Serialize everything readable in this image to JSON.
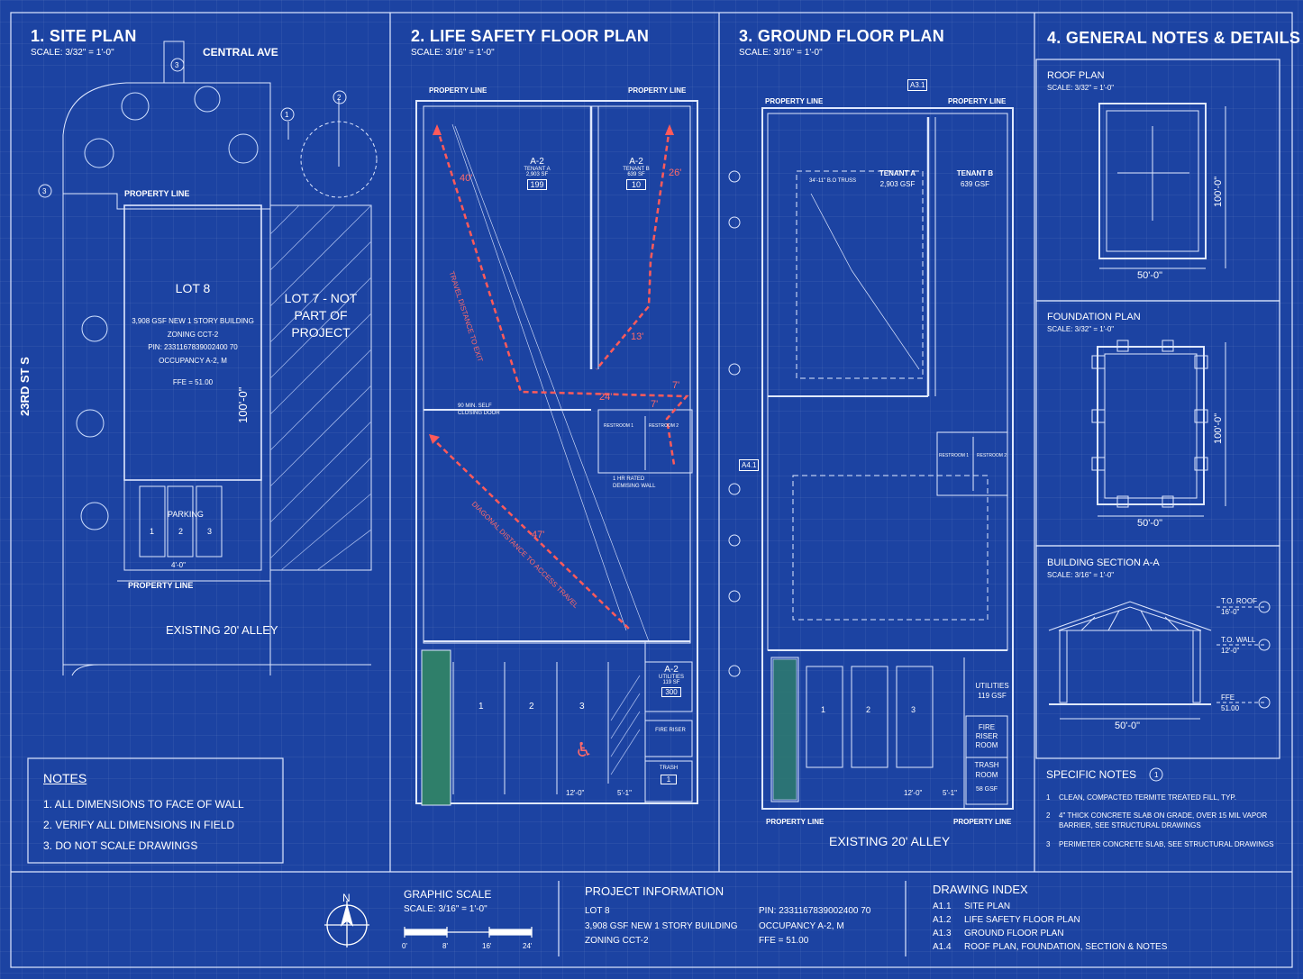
{
  "panels": {
    "site": {
      "title": "1. SITE PLAN",
      "scale": "SCALE: 3/32\" = 1'-0\"",
      "central_ave": "CENTRAL AVE",
      "property_line_top": "PROPERTY LINE",
      "property_line_bottom": "PROPERTY LINE",
      "street_23rd": "23RD ST S",
      "lot8": {
        "name": "LOT 8",
        "lines": [
          "3,908 GSF NEW 1 STORY BUILDING",
          "ZONING CCT-2",
          "PIN: 2331167839002400 70",
          "OCCUPANCY A-2, M",
          "FFE = 51.00"
        ]
      },
      "dim_100": "100'-0\"",
      "lot7": [
        "LOT 7 - NOT",
        "PART OF",
        "PROJECT"
      ],
      "parking": "PARKING",
      "stalls": [
        "1",
        "2",
        "3"
      ],
      "dim_4": "4'-0\"",
      "alley": "EXISTING 20' ALLEY",
      "markers": [
        "3",
        "1",
        "2",
        "3"
      ]
    },
    "safety": {
      "title": "2. LIFE SAFETY FLOOR PLAN",
      "scale": "SCALE: 3/16\" = 1'-0\"",
      "pl_left": "PROPERTY LINE",
      "pl_right": "PROPERTY LINE",
      "tenant_a": {
        "code": "A-2",
        "name": "TENANT A",
        "area": "2,903 SF",
        "load": "199"
      },
      "tenant_b": {
        "code": "A-2",
        "name": "TENANT B",
        "area": "639 SF",
        "load": "10"
      },
      "utilities": {
        "code": "A-2",
        "name": "UTILITIES",
        "area": "119 SF",
        "load": "300"
      },
      "distances": [
        "40'",
        "26'",
        "13'",
        "24'",
        "7'",
        "7'",
        "47'"
      ],
      "travel_note_1": "TRAVEL DISTANCE TO EXIT",
      "travel_note_2": "DIAGONAL DISTANCE TO ACCESS TRAVEL",
      "door_note": "90 MIN. SELF CLOSING DOOR",
      "wall_note": "1 HR RATED DEMISING WALL",
      "restroom_1": "RESTROOM 1",
      "restroom_2": "RESTROOM 2",
      "stalls": [
        "1",
        "2",
        "3"
      ],
      "dim_12": "12'-0\"",
      "dim_5": "5'-1\"",
      "trash": "TRASH",
      "trash_load": "1",
      "fire": "FIRE RISER"
    },
    "ground": {
      "title": "3. GROUND FLOOR PLAN",
      "scale": "SCALE: 3/16\" = 1'-0\"",
      "pl_left": "PROPERTY LINE",
      "pl_right": "PROPERTY LINE",
      "pl_bottom_left": "PROPERTY LINE",
      "pl_bottom_right": "PROPERTY LINE",
      "tenant_a": {
        "name": "TENANT A",
        "area": "2,903 GSF"
      },
      "tenant_b": {
        "name": "TENANT B",
        "area": "639 GSF"
      },
      "truss": "34'-11\" B.O TRUSS",
      "restroom_1": "RESTROOM 1",
      "restroom_2": "RESTROOM 2",
      "utilities": [
        "UTILITIES",
        "119 GSF"
      ],
      "fire_riser": [
        "FIRE",
        "RISER",
        "ROOM"
      ],
      "trash_room": [
        "TRASH",
        "ROOM",
        "58 GSF"
      ],
      "stalls": [
        "1",
        "2",
        "3"
      ],
      "dim_12": "12'-0\"",
      "dim_5": "5'-1\"",
      "alley": "EXISTING 20' ALLEY",
      "tag_a31": "A3.1",
      "tag_a41": "A4.1"
    },
    "notes4": {
      "title": "4. GENERAL NOTES & DETAILS",
      "roof": {
        "title": "ROOF PLAN",
        "scale": "SCALE: 3/32\" = 1'-0\"",
        "dim_w": "50'-0\"",
        "dim_h": "100'-0\""
      },
      "foundation": {
        "title": "FOUNDATION PLAN",
        "scale": "SCALE: 3/32\" = 1'-0\"",
        "dim_w": "50'-0\"",
        "dim_h": "100'-0\""
      },
      "section": {
        "title": "BUILDING SECTION A-A",
        "scale": "SCALE: 3/16\" = 1'-0\"",
        "to_roof": "T.O. ROOF",
        "to_roof_v": "16'-0\"",
        "to_wall": "T.O. WALL",
        "to_wall_v": "12'-0\"",
        "ffe": "FFE",
        "ffe_v": "51.00",
        "dim_w": "50'-0\""
      },
      "specific": {
        "title": "SPECIFIC NOTES",
        "marker": "1",
        "items": [
          {
            "n": "1",
            "t": "CLEAN, COMPACTED TERMITE TREATED FILL, TYP."
          },
          {
            "n": "2",
            "t": "4\" THICK CONCRETE SLAB ON GRADE, OVER 15 MIL VAPOR BARRIER, SEE STRUCTURAL DRAWINGS"
          },
          {
            "n": "3",
            "t": "PERIMETER CONCRETE SLAB, SEE STRUCTURAL DRAWINGS"
          }
        ]
      }
    }
  },
  "notes": {
    "title": "NOTES",
    "items": [
      "1.  ALL DIMENSIONS TO FACE OF WALL",
      "2.  VERIFY ALL DIMENSIONS IN FIELD",
      "3.  DO NOT SCALE DRAWINGS"
    ]
  },
  "footer": {
    "north": "N",
    "graphic_scale": {
      "title": "GRAPHIC SCALE",
      "scale": "SCALE: 3/16\" = 1'-0\"",
      "ticks": [
        "0'",
        "8'",
        "16'",
        "24'"
      ]
    },
    "project": {
      "title": "PROJECT INFORMATION",
      "left": [
        "LOT 8",
        "3,908 GSF NEW 1 STORY BUILDING",
        "ZONING CCT-2"
      ],
      "right": [
        "PIN: 2331167839002400 70",
        "OCCUPANCY A-2, M",
        "FFE = 51.00"
      ]
    },
    "index": {
      "title": "DRAWING INDEX",
      "items": [
        {
          "code": "A1.1",
          "name": "SITE PLAN"
        },
        {
          "code": "A1.2",
          "name": "LIFE SAFETY FLOOR PLAN"
        },
        {
          "code": "A1.3",
          "name": "GROUND FLOOR PLAN"
        },
        {
          "code": "A1.4",
          "name": "ROOF PLAN, FOUNDATION, SECTION & NOTES"
        }
      ]
    }
  },
  "colors": {
    "background": "#1c43a2",
    "line": "#ffffff",
    "egress": "#ff5a5a",
    "accent_green": "#2f7f6a"
  }
}
